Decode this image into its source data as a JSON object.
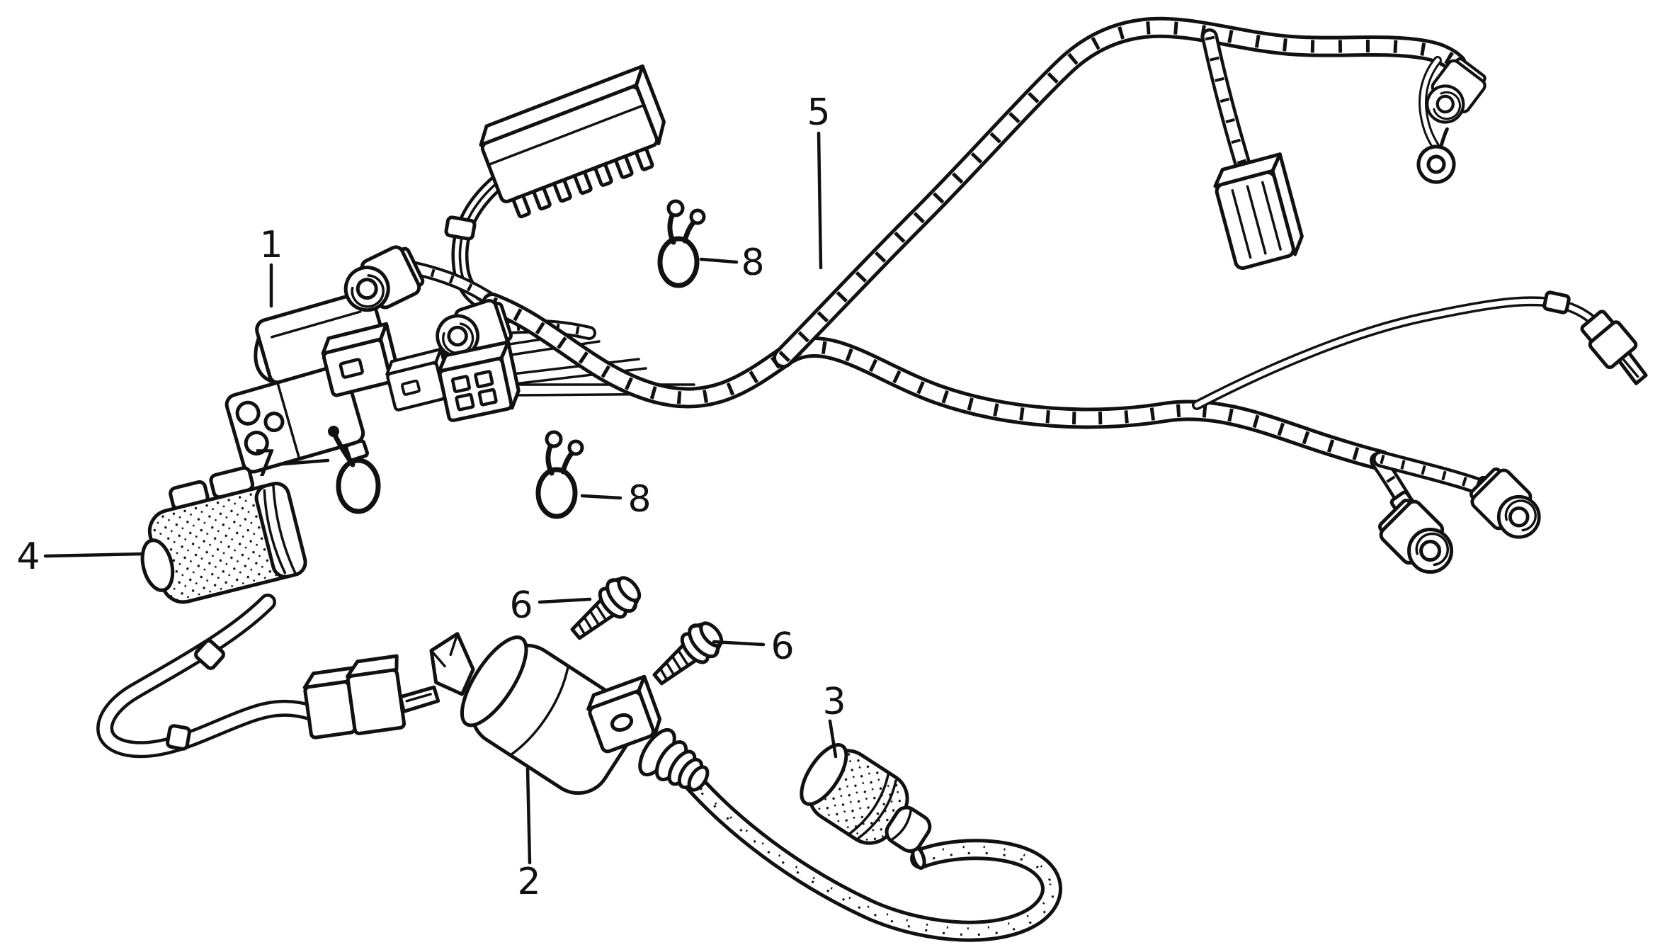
{
  "figure": {
    "kind": "wire-harness-parts-diagram",
    "background_color": "#ffffff",
    "ink_color": "#111111"
  },
  "callouts": [
    {
      "label": "1"
    },
    {
      "label": "2"
    },
    {
      "label": "3"
    },
    {
      "label": "4"
    },
    {
      "label": "5"
    },
    {
      "label": "6"
    },
    {
      "label": "6"
    },
    {
      "label": "7"
    },
    {
      "label": "8"
    },
    {
      "label": "8"
    }
  ]
}
